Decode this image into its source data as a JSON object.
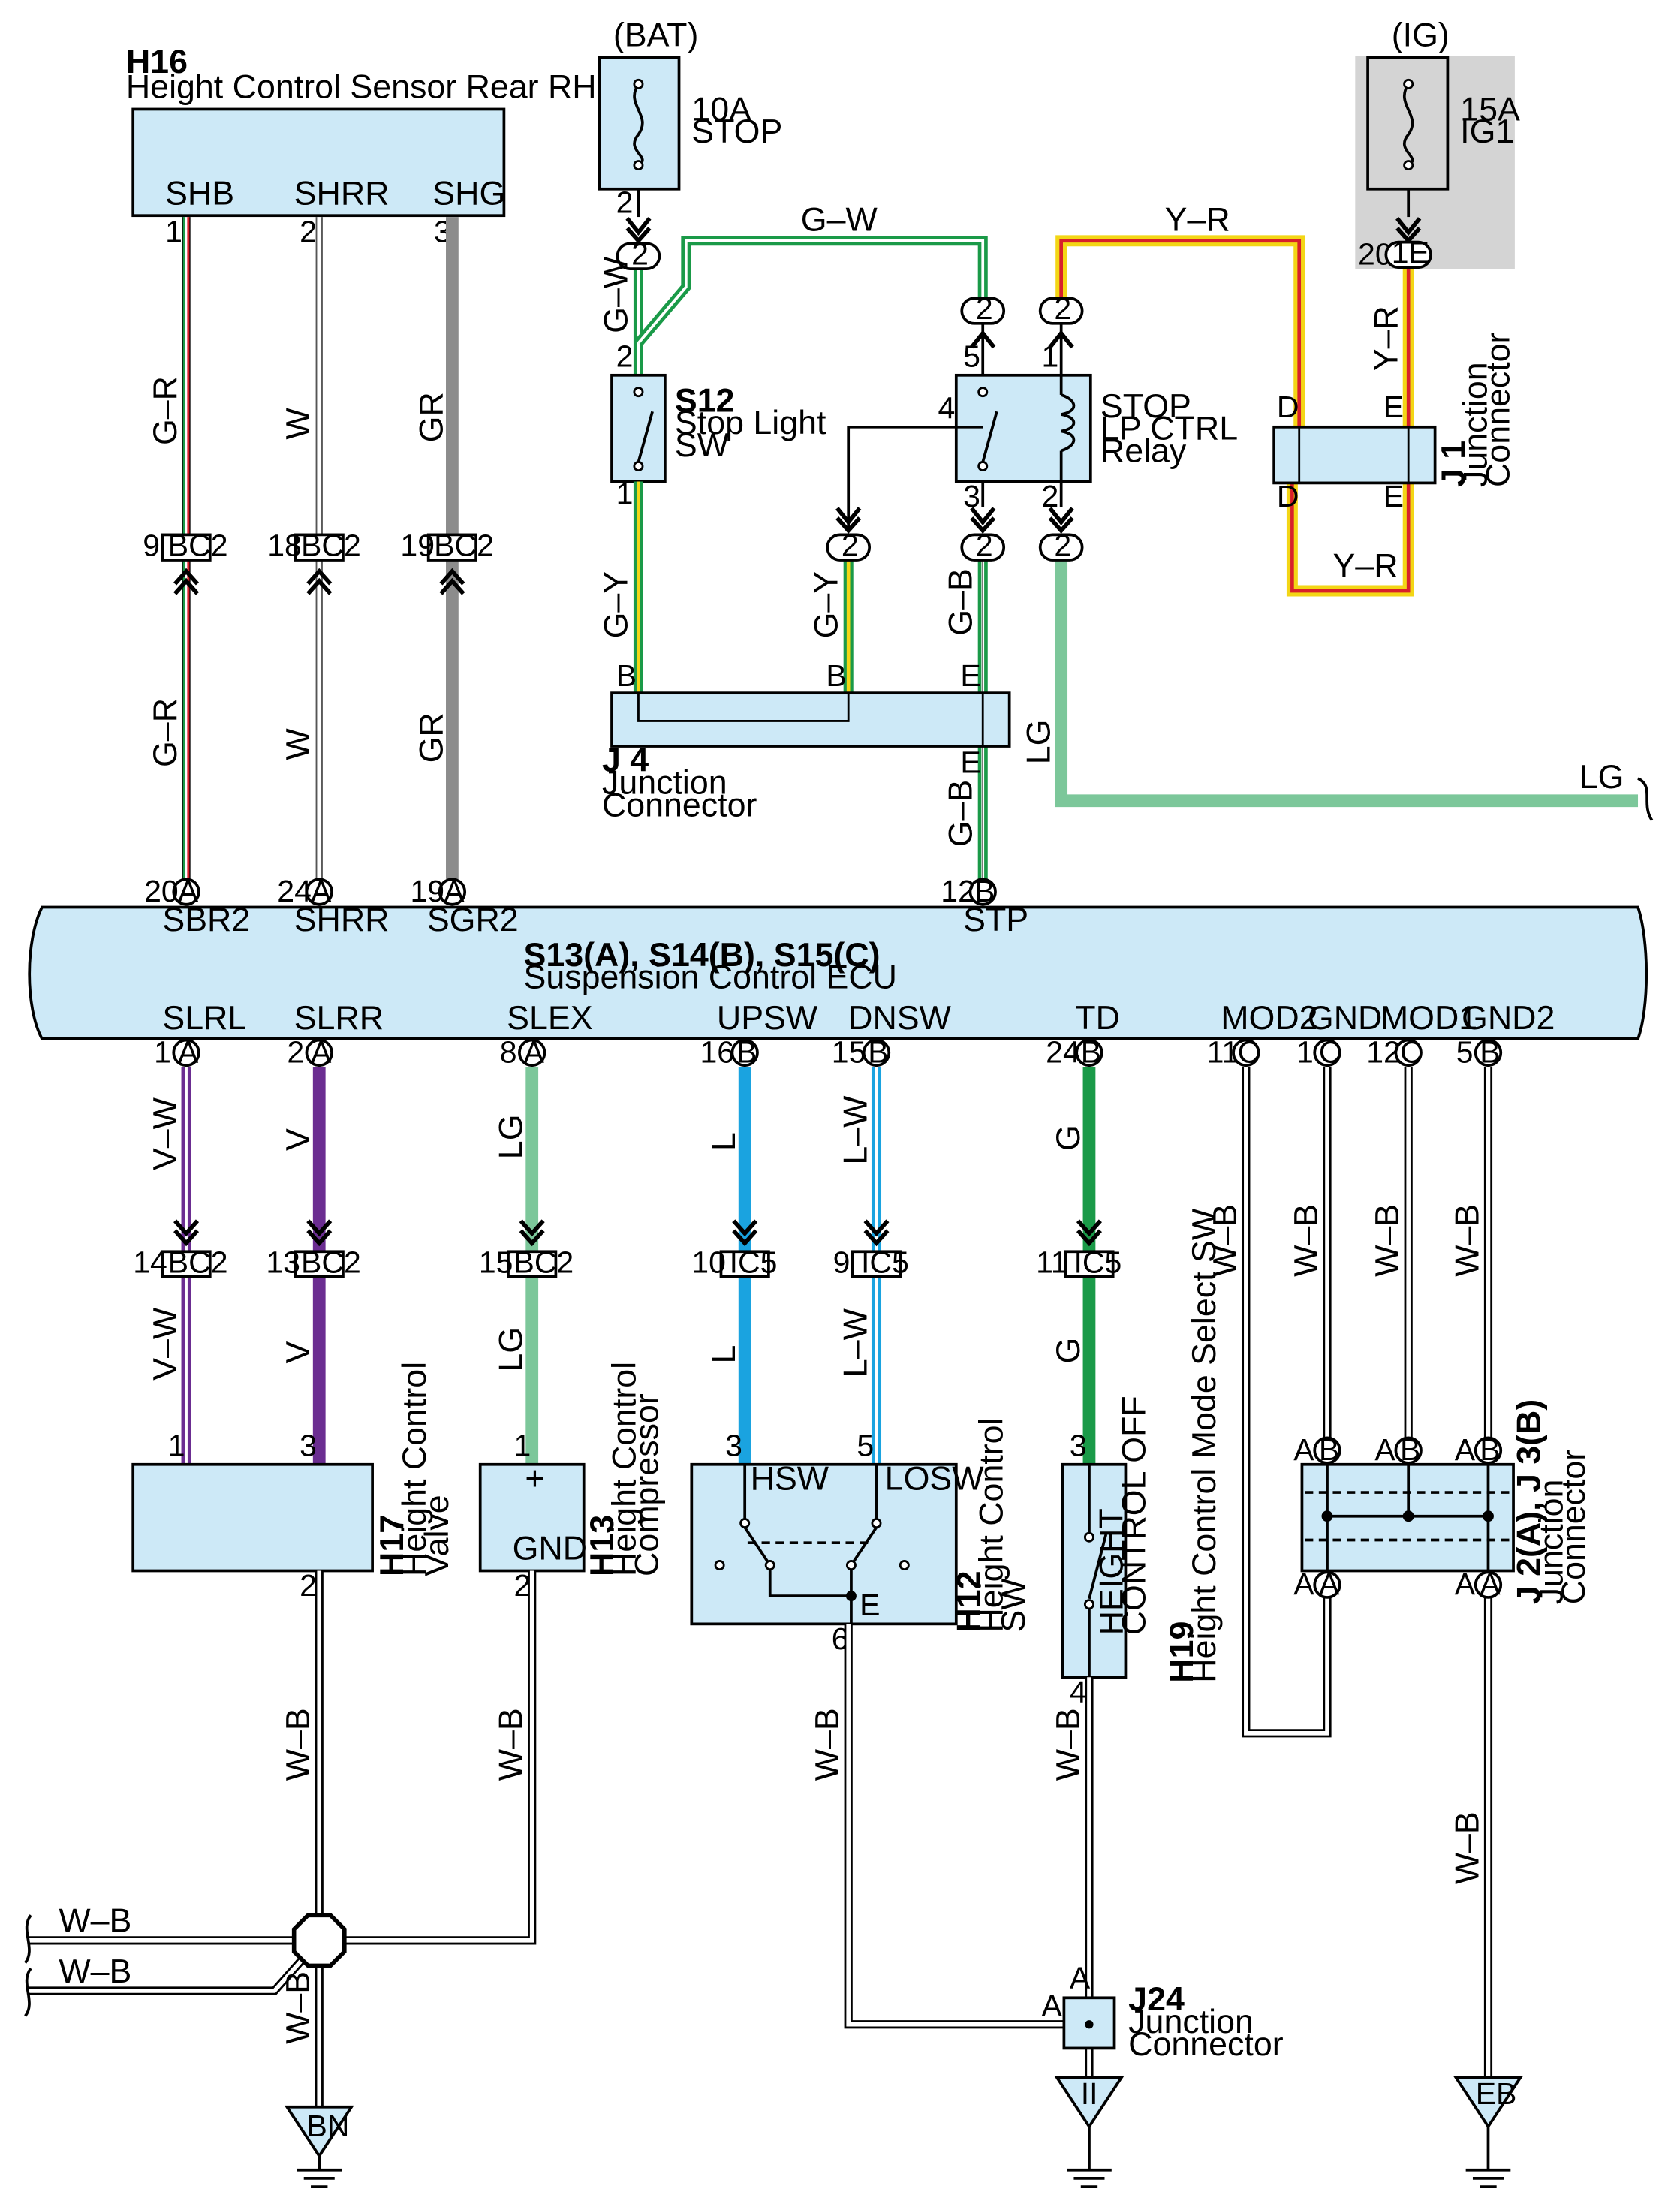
{
  "sources": {
    "bat": {
      "label": "(BAT)",
      "rating": "10A",
      "name": "STOP",
      "pin": "2",
      "conn": "2"
    },
    "ig": {
      "label": "(IG)",
      "rating": "15A",
      "name": "IG1",
      "pin": "20",
      "conn": "1E"
    }
  },
  "components": {
    "h16": {
      "ref": "H16",
      "name": "Height Control Sensor Rear RH",
      "pins": [
        "SHB",
        "SHRR",
        "SHG"
      ]
    },
    "s12": {
      "ref": "S12",
      "name1": "Stop Light",
      "name2": "SW"
    },
    "relay": {
      "line1": "STOP",
      "line2": "LP CTRL",
      "line3": "Relay"
    },
    "j1": {
      "ref": "J 1",
      "name1": "Junction",
      "name2": "Connector"
    },
    "j4": {
      "ref": "J 4",
      "name1": "Junction",
      "name2": "Connector"
    },
    "ecu": {
      "ref": "S13(A), S14(B), S15(C)",
      "name": "Suspension Control ECU"
    },
    "h17": {
      "ref": "H17",
      "name1": "Height Control",
      "name2": "Valve"
    },
    "h13": {
      "ref": "H13",
      "name1": "Height Control",
      "name2": "Compressor",
      "plus": "+",
      "gnd": "GND"
    },
    "h12": {
      "ref": "H12",
      "name1": "Height Control",
      "name2": "SW",
      "hsw": "HSW",
      "losw": "LOSW",
      "e": "E"
    },
    "h19": {
      "ref": "H19",
      "name": "Height Control Mode Select SW",
      "inner1": "HEIGHT",
      "inner2": "CONTROL OFF"
    },
    "j2j3": {
      "ref": "J 2(A), J 3(B)",
      "name1": "Junction",
      "name2": "Connector"
    },
    "j24": {
      "ref": "J24",
      "name1": "Junction",
      "name2": "Connector"
    }
  },
  "ecu_top_pins": [
    {
      "num": "20",
      "conn": "A",
      "name": "SBR2"
    },
    {
      "num": "24",
      "conn": "A",
      "name": "SHRR"
    },
    {
      "num": "19",
      "conn": "A",
      "name": "SGR2"
    },
    {
      "num": "12",
      "conn": "B",
      "name": "STP"
    }
  ],
  "ecu_bottom_pins": [
    {
      "num": "1",
      "conn": "A",
      "name": "SLRL"
    },
    {
      "num": "2",
      "conn": "A",
      "name": "SLRR"
    },
    {
      "num": "8",
      "conn": "A",
      "name": "SLEX"
    },
    {
      "num": "16",
      "conn": "B",
      "name": "UPSW"
    },
    {
      "num": "15",
      "conn": "B",
      "name": "DNSW"
    },
    {
      "num": "24",
      "conn": "B",
      "name": "TD"
    },
    {
      "num": "11",
      "conn": "C",
      "name": "MOD2"
    },
    {
      "num": "1",
      "conn": "C",
      "name": "GND"
    },
    {
      "num": "12",
      "conn": "C",
      "name": "MOD1"
    },
    {
      "num": "5",
      "conn": "B",
      "name": "GND2"
    }
  ],
  "wire_colors": {
    "gr": "G–R",
    "w": "W",
    "grey": "GR",
    "gw": "G–W",
    "yr": "Y–R",
    "gy": "G–Y",
    "gb": "G–B",
    "lg": "LG",
    "vw": "V–W",
    "v": "V",
    "l": "L",
    "lw": "L–W",
    "g": "G",
    "wb": "W–B"
  },
  "connectors": {
    "bc2": "BC2",
    "ic5": "IC5",
    "bc2_pins": [
      "9",
      "18",
      "19",
      "14",
      "13",
      "15"
    ],
    "ic5_pins": [
      "10",
      "9",
      "11"
    ]
  },
  "pin_labels": {
    "h16": [
      "1",
      "2",
      "3"
    ],
    "s12_top": "2",
    "s12_bot": "1",
    "relay_tl": "5",
    "relay_tr": "1",
    "relay_l": "4",
    "relay_bl": "3",
    "relay_br": "2",
    "conn2": "2",
    "j1": [
      "D",
      "E",
      "D",
      "E"
    ],
    "j4": [
      "B",
      "B",
      "E",
      "E"
    ],
    "h17": [
      "1",
      "3",
      "2"
    ],
    "h13": [
      "1",
      "2"
    ],
    "h12": [
      "3",
      "5",
      "6"
    ],
    "h19": [
      "3",
      "4"
    ],
    "j2j3_top": [
      "A",
      "B",
      "A",
      "B",
      "A",
      "B"
    ],
    "j2j3_bot": [
      "A",
      "A",
      "A",
      "A"
    ],
    "j24": [
      "A",
      "A"
    ]
  },
  "grounds": [
    "BN",
    "II",
    "EB"
  ],
  "colors": {
    "green": "#1a9a48",
    "red": "#d8202a",
    "yellow": "#f3d616",
    "purple": "#6b2d91",
    "blue": "#1aa3e0",
    "lightgreen": "#7cc79a",
    "grey": "#8c8c8c",
    "fill": "#cde9f7"
  }
}
